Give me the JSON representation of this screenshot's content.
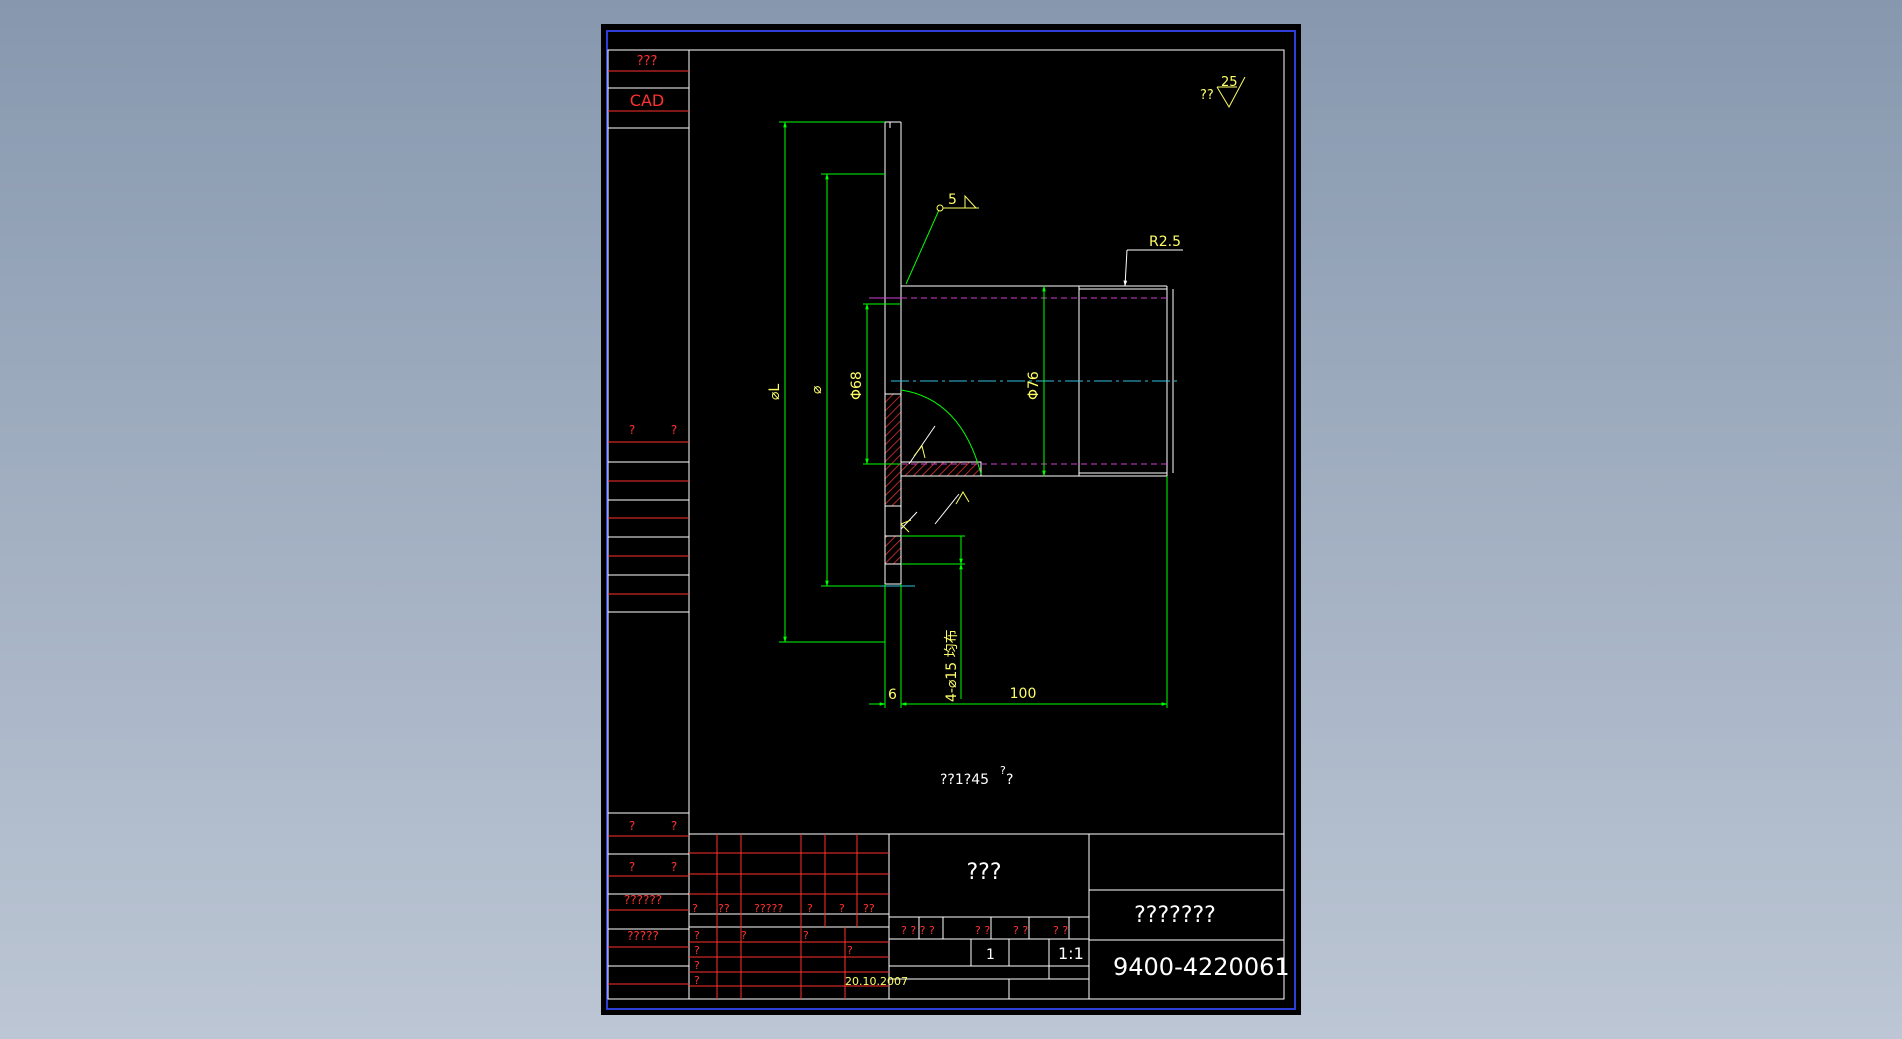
{
  "sheet": {
    "side_panel": {
      "header_label": "???",
      "cad_label": "CAD",
      "mid_marks": [
        "?",
        "?"
      ],
      "lower_rows": [
        [
          "?",
          "?"
        ],
        [
          "?",
          "?"
        ],
        [
          "??????"
        ],
        [
          "?????"
        ]
      ]
    },
    "roughness_note": {
      "prefix": "??",
      "value": "25"
    },
    "weld_symbol": {
      "size": "5"
    },
    "dimensions": {
      "radius": "R2.5",
      "flange_od": "⌀L",
      "bolt_circle": "⌀",
      "bore": "Φ68",
      "pipe_od": "Φ76",
      "holes": "4-⌀15 均布",
      "flange_thickness": "6",
      "pipe_length": "100"
    },
    "note": {
      "text": "??1?45",
      "superscript": "?",
      "suffix": " ?"
    },
    "title_block": {
      "name": "???",
      "owner": "???????",
      "drawing_number": "9400-4220061",
      "scale": "1:1",
      "quantity": "1",
      "date": "20.10.2007",
      "header_marks": [
        "?",
        "??",
        "?????",
        "?",
        "?",
        "??"
      ],
      "stage_labels": [
        "? ? ? ?",
        "? ?",
        "? ?",
        "? ?"
      ],
      "marks": [
        "?",
        "?",
        "?",
        "?",
        "?",
        "?",
        "?"
      ]
    }
  }
}
